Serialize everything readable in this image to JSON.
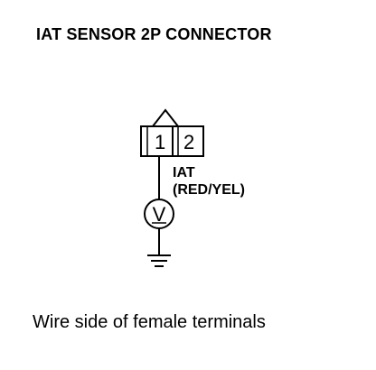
{
  "diagram": {
    "title": "IAT SENSOR 2P CONNECTOR",
    "connector": {
      "pins": [
        "1",
        "2"
      ]
    },
    "wire": {
      "signal": "IAT",
      "color": "(RED/YEL)"
    },
    "meter": {
      "symbol": "V"
    },
    "caption": "Wire side of female terminals"
  }
}
